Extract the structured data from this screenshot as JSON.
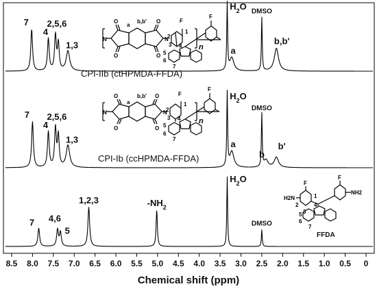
{
  "chart_data": {
    "type": "line",
    "xlabel": "Chemical shift (ppm)",
    "xlim": [
      8.7,
      -0.2
    ],
    "x_reversed": true,
    "x_ticks": [
      "8.5",
      "8.0",
      "7.5",
      "7.0",
      "6.5",
      "6.0",
      "5.5",
      "5.0",
      "4.5",
      "4.0",
      "3.5",
      "3.0",
      "2.5",
      "2.0",
      "1.5",
      "1.0",
      "0.5",
      "0"
    ],
    "series": [
      {
        "name": "CPI-IIb (ctHPMDA-FFDA)",
        "peaks": [
          {
            "ppm": 8.02,
            "height": 0.62,
            "label": "7"
          },
          {
            "ppm": 7.62,
            "height": 0.48,
            "label": "4"
          },
          {
            "ppm": 7.45,
            "height": 0.52,
            "label": "2,5,6"
          },
          {
            "ppm": 7.38,
            "height": 0.4,
            "label": ""
          },
          {
            "ppm": 7.15,
            "height": 0.3,
            "label": "1,3"
          },
          {
            "ppm": 3.33,
            "height": 1.0,
            "label": "H2O"
          },
          {
            "ppm": 3.22,
            "height": 0.2,
            "label": "a"
          },
          {
            "ppm": 2.5,
            "height": 0.8,
            "label": "DMSO"
          },
          {
            "ppm": 2.15,
            "height": 0.34,
            "label": "b,b'"
          }
        ]
      },
      {
        "name": "CPI-Ib (ccHPMDA-FFDA)",
        "peaks": [
          {
            "ppm": 8.0,
            "height": 0.62,
            "label": "7"
          },
          {
            "ppm": 7.62,
            "height": 0.48,
            "label": "4"
          },
          {
            "ppm": 7.45,
            "height": 0.52,
            "label": "2,5,6"
          },
          {
            "ppm": 7.38,
            "height": 0.42,
            "label": ""
          },
          {
            "ppm": 7.15,
            "height": 0.3,
            "label": "1,3"
          },
          {
            "ppm": 3.33,
            "height": 1.0,
            "label": "H2O"
          },
          {
            "ppm": 3.22,
            "height": 0.22,
            "label": "a"
          },
          {
            "ppm": 2.5,
            "height": 0.72,
            "label": "DMSO"
          },
          {
            "ppm": 2.4,
            "height": 0.1,
            "label": "b"
          },
          {
            "ppm": 2.15,
            "height": 0.14,
            "label": "b'"
          }
        ]
      },
      {
        "name": "FFDA",
        "peaks": [
          {
            "ppm": 7.85,
            "height": 0.26,
            "label": "7"
          },
          {
            "ppm": 7.4,
            "height": 0.24,
            "label": "4,6"
          },
          {
            "ppm": 7.33,
            "height": 0.2,
            "label": "5"
          },
          {
            "ppm": 6.65,
            "height": 0.56,
            "label": "1,2,3"
          },
          {
            "ppm": 5.02,
            "height": 0.52,
            "label": "-NH2"
          },
          {
            "ppm": 3.33,
            "height": 1.0,
            "label": "H2O"
          },
          {
            "ppm": 2.5,
            "height": 0.24,
            "label": "DMSO"
          }
        ]
      }
    ]
  },
  "structures": {
    "top": {
      "n": "n",
      "labels": [
        "a",
        "b,b'",
        "F",
        "F",
        "1",
        "2",
        "3",
        "4",
        "5",
        "6",
        "7"
      ]
    },
    "mid": {
      "n": "n",
      "labels": [
        "a",
        "b,b'",
        "F",
        "F",
        "1",
        "2",
        "3",
        "4",
        "5",
        "6",
        "7"
      ]
    },
    "ffda": {
      "name": "FFDA",
      "nh2_left": "H2N",
      "nh2_right": "NH2",
      "labels": [
        "F",
        "F",
        "1",
        "2",
        "3",
        "4",
        "5",
        "6",
        "7"
      ]
    }
  }
}
